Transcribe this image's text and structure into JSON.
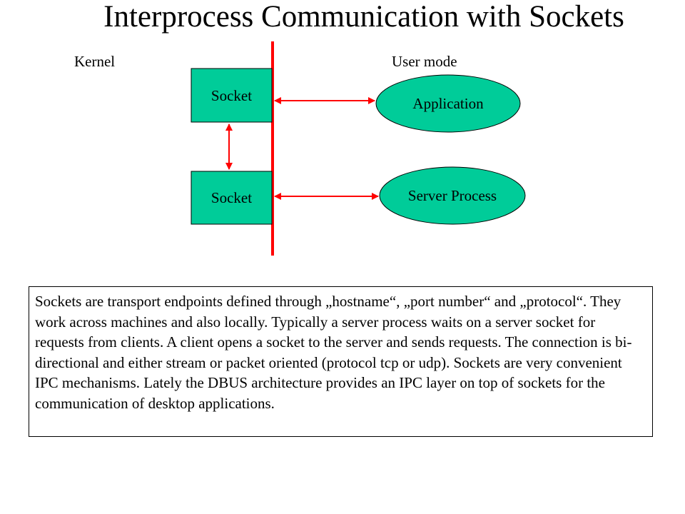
{
  "title": "Interprocess Communication with Sockets",
  "labels": {
    "kernel": "Kernel",
    "user_mode": "User mode"
  },
  "nodes": {
    "socket_top": "Socket",
    "socket_bottom": "Socket",
    "application": "Application",
    "server_process": "Server Process"
  },
  "colors": {
    "node_fill": "#00cc99",
    "node_stroke": "#000000",
    "arrow": "#ff0000",
    "boundary_line": "#ff0000"
  },
  "description": "Sockets are transport endpoints defined through „hostname“, „port number“ and „protocol“. They work across machines and also locally. Typically a server process waits on a server socket for requests from clients. A client opens a socket to the server and sends requests. The connection is bi-directional and either stream or packet oriented (protocol tcp or udp). Sockets are very convenient IPC mechanisms. Lately the DBUS architecture provides an IPC layer on top of sockets for the communication of desktop applications."
}
